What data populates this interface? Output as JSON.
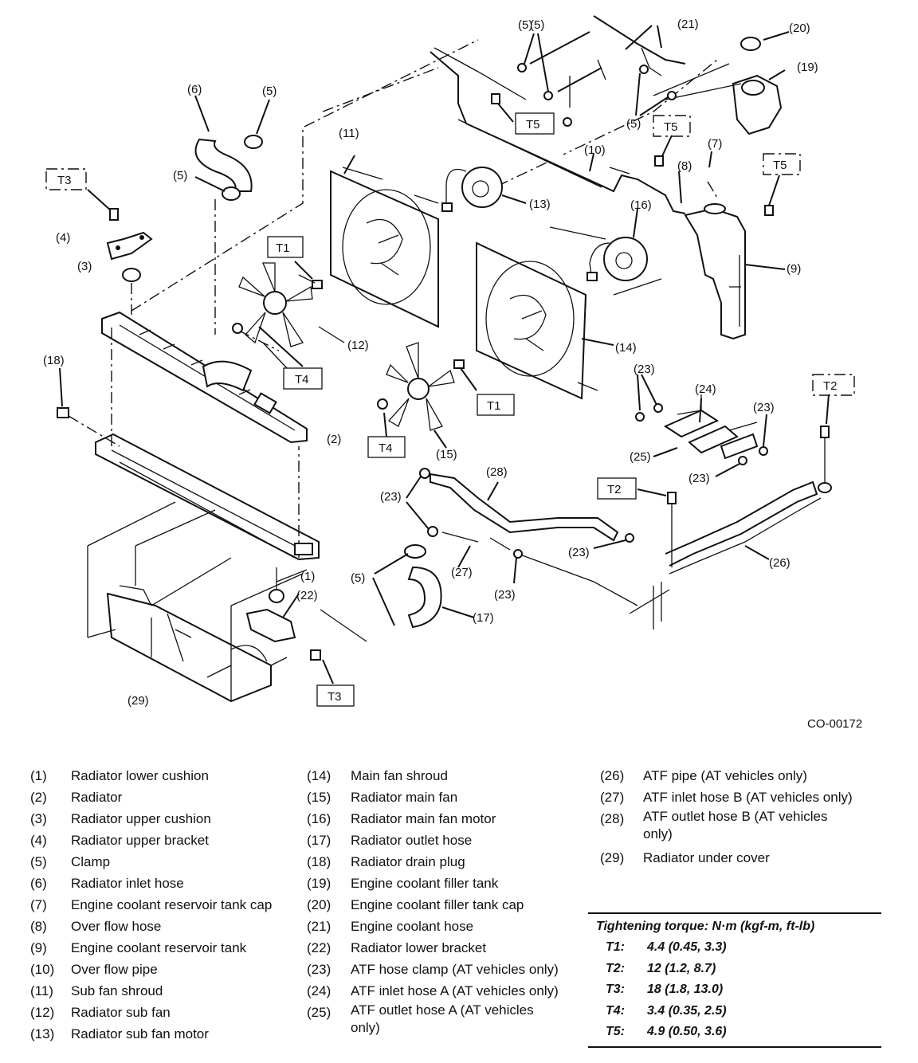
{
  "figure": {
    "code": "CO-00172",
    "callouts": [
      "(1)",
      "(2)",
      "(3)",
      "(4)",
      "(5)",
      "(5)",
      "(5)",
      "(5)",
      "(5)",
      "(5)",
      "(6)",
      "(7)",
      "(8)",
      "(9)",
      "(10)",
      "(11)",
      "(12)",
      "(13)",
      "(14)",
      "(15)",
      "(16)",
      "(17)",
      "(18)",
      "(19)",
      "(20)",
      "(21)",
      "(22)",
      "(23)",
      "(23)",
      "(23)",
      "(23)",
      "(23)",
      "(23)",
      "(24)",
      "(25)",
      "(26)",
      "(27)",
      "(28)",
      "(29)"
    ],
    "torque_tags": [
      "T1",
      "T1",
      "T2",
      "T2",
      "T3",
      "T3",
      "T4",
      "T4",
      "T5",
      "T5",
      "T5"
    ]
  },
  "legend": {
    "col1": [
      {
        "num": "(1)",
        "text": "Radiator lower cushion"
      },
      {
        "num": "(2)",
        "text": "Radiator"
      },
      {
        "num": "(3)",
        "text": "Radiator upper cushion"
      },
      {
        "num": "(4)",
        "text": "Radiator upper bracket"
      },
      {
        "num": "(5)",
        "text": "Clamp"
      },
      {
        "num": "(6)",
        "text": "Radiator inlet hose"
      },
      {
        "num": "(7)",
        "text": "Engine coolant reservoir tank cap"
      },
      {
        "num": "(8)",
        "text": "Over flow hose"
      },
      {
        "num": "(9)",
        "text": "Engine coolant reservoir tank"
      },
      {
        "num": "(10)",
        "text": "Over flow pipe"
      },
      {
        "num": "(11)",
        "text": "Sub fan shroud"
      },
      {
        "num": "(12)",
        "text": "Radiator sub fan"
      },
      {
        "num": "(13)",
        "text": "Radiator sub fan motor"
      }
    ],
    "col2": [
      {
        "num": "(14)",
        "text": "Main fan shroud"
      },
      {
        "num": "(15)",
        "text": "Radiator main fan"
      },
      {
        "num": "(16)",
        "text": "Radiator main fan motor"
      },
      {
        "num": "(17)",
        "text": "Radiator outlet hose"
      },
      {
        "num": "(18)",
        "text": "Radiator drain plug"
      },
      {
        "num": "(19)",
        "text": "Engine coolant filler tank"
      },
      {
        "num": "(20)",
        "text": "Engine coolant filler tank cap"
      },
      {
        "num": "(21)",
        "text": "Engine coolant hose"
      },
      {
        "num": "(22)",
        "text": "Radiator lower bracket"
      },
      {
        "num": "(23)",
        "text": "ATF hose clamp (AT vehicles only)"
      },
      {
        "num": "(24)",
        "text": "ATF inlet hose A (AT vehicles only)"
      },
      {
        "num": "(25)",
        "text": "ATF outlet hose A (AT vehicles only)"
      }
    ],
    "col3": [
      {
        "num": "(26)",
        "text": "ATF pipe (AT vehicles only)"
      },
      {
        "num": "(27)",
        "text": "ATF inlet hose B (AT vehicles only)"
      },
      {
        "num": "(28)",
        "text": "ATF outlet hose B (AT vehicles only)"
      },
      {
        "num": "(29)",
        "text": "Radiator under cover"
      }
    ]
  },
  "torque": {
    "title": "Tightening torque: N·m (kgf-m, ft-lb)",
    "rows": [
      {
        "key": "T1:",
        "value": "4.4 (0.45, 3.3)"
      },
      {
        "key": "T2:",
        "value": "12 (1.2, 8.7)"
      },
      {
        "key": "T3:",
        "value": "18 (1.8, 13.0)"
      },
      {
        "key": "T4:",
        "value": "3.4 (0.35, 2.5)"
      },
      {
        "key": "T5:",
        "value": "4.9 (0.50, 3.6)"
      }
    ]
  }
}
